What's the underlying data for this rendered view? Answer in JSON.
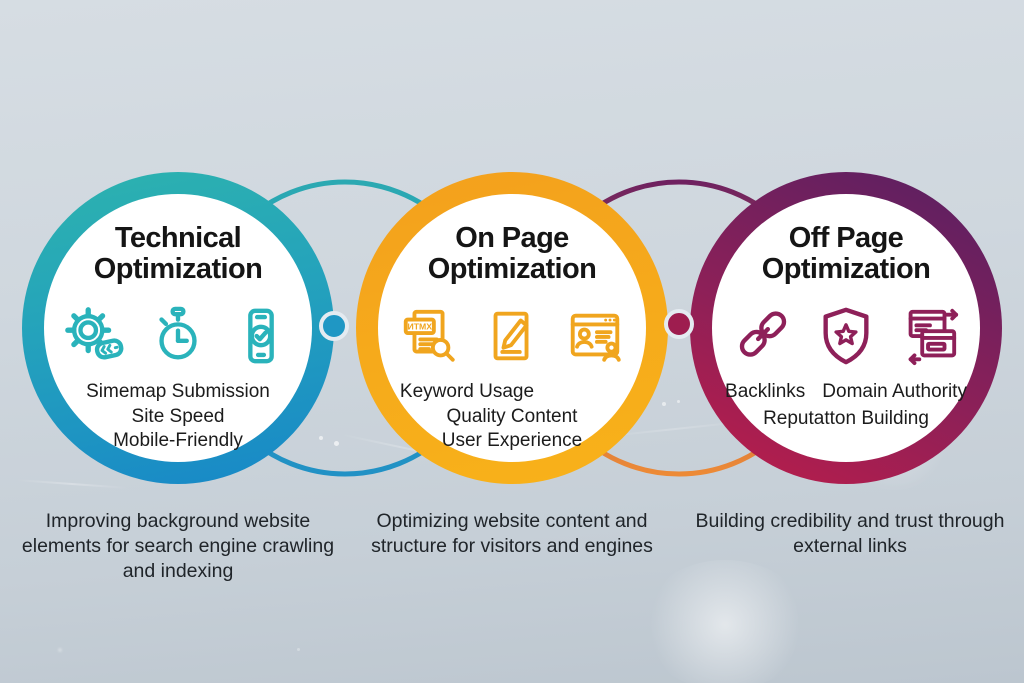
{
  "figure": {
    "type": "infographic",
    "topic": "SEO optimization types"
  },
  "background": {
    "base_color": "#cfd7de"
  },
  "circles": [
    {
      "title": "Technical Optimization",
      "icons": [
        "gear-settings-icon",
        "stopwatch-icon",
        "mobile-check-icon"
      ],
      "items": [
        "Simemap Submission",
        "Site Speed",
        "Mobile-Friendly"
      ],
      "description": "Improving background website elements for search engine crawling and indexing",
      "colors": {
        "ring_top": "#2db3ae",
        "ring_bottom": "#1787c8",
        "icon": "#2ab3bb"
      }
    },
    {
      "title": "On Page Optimization",
      "icons": [
        "html-doc-search-icon",
        "content-edit-icon",
        "webpage-users-icon"
      ],
      "icon_label": "ИТМХ",
      "items": [
        "Keyword Usage",
        "Quality Content",
        "User Experience"
      ],
      "description": "Optimizing website content and structure for visitors and engines",
      "colors": {
        "ring_top": "#f3a01d",
        "ring_bottom": "#f8b21a",
        "icon": "#f0a51e"
      }
    },
    {
      "title": "Off Page Optimization",
      "icons": [
        "backlink-chain-icon",
        "shield-star-icon",
        "link-exchange-icon"
      ],
      "items": [
        "Backlinks",
        "Domain Authority",
        "Reputatton Building"
      ],
      "description": "Building credibility and trust through external links",
      "colors": {
        "ring_top": "#562063",
        "ring_bottom": "#bd1d4a",
        "icon": "#8e2059"
      }
    }
  ],
  "connectors": [
    {
      "dot_color": "#1f97c4",
      "ring_top": "#2ba9b2",
      "ring_bottom": "#2191c5"
    },
    {
      "dot_color": "#9e1d4f",
      "ring_top": "#6f2160",
      "ring_bottom": "#ed8a36"
    }
  ]
}
